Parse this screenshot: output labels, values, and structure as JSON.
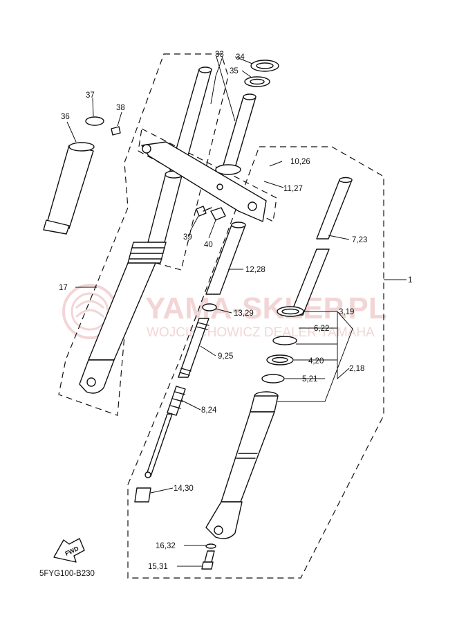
{
  "diagram": {
    "code": "5FYG100-B230",
    "fwd_label": "FWD",
    "watermark": {
      "title": "YAMA-SKLEP.PL",
      "subtitle": "WOJCIECHOWICZ DEALER YAMAHA",
      "color": "#e8b3b3"
    },
    "callouts": [
      {
        "id": "c1",
        "text": "1"
      },
      {
        "id": "c2",
        "text": "2,18"
      },
      {
        "id": "c3",
        "text": "3,19"
      },
      {
        "id": "c4",
        "text": "4,20"
      },
      {
        "id": "c5",
        "text": "5,21"
      },
      {
        "id": "c6",
        "text": "6,22"
      },
      {
        "id": "c7",
        "text": "7,23"
      },
      {
        "id": "c8",
        "text": "8,24"
      },
      {
        "id": "c9",
        "text": "9,25"
      },
      {
        "id": "c10",
        "text": "10,26"
      },
      {
        "id": "c11",
        "text": "11,27"
      },
      {
        "id": "c12",
        "text": "12,28"
      },
      {
        "id": "c13",
        "text": "13,29"
      },
      {
        "id": "c14",
        "text": "14,30"
      },
      {
        "id": "c15",
        "text": "15,31"
      },
      {
        "id": "c16",
        "text": "16,32"
      },
      {
        "id": "c17",
        "text": "17"
      },
      {
        "id": "c33",
        "text": "33"
      },
      {
        "id": "c34",
        "text": "34"
      },
      {
        "id": "c35",
        "text": "35"
      },
      {
        "id": "c36",
        "text": "36"
      },
      {
        "id": "c37",
        "text": "37"
      },
      {
        "id": "c38",
        "text": "38"
      },
      {
        "id": "c39",
        "text": "39"
      },
      {
        "id": "c40",
        "text": "40"
      }
    ]
  }
}
